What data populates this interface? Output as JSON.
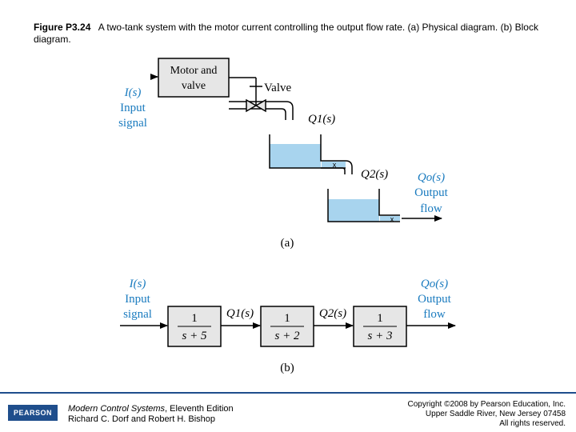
{
  "caption": {
    "label": "Figure P3.24",
    "text": "A two-tank system with the motor current controlling the output flow rate. (a) Physical diagram. (b) Block diagram."
  },
  "physical": {
    "motor_line1": "Motor and",
    "motor_line2": "valve",
    "valve": "Valve",
    "input_sym": "I(s)",
    "input_line1": "Input",
    "input_line2": "signal",
    "q1": "Q1(s)",
    "q2": "Q2(s)",
    "qo": "Qo(s)",
    "output_line1": "Output",
    "output_line2": "flow",
    "x_mark": "x",
    "label": "(a)"
  },
  "block": {
    "input_sym": "I(s)",
    "input_line1": "Input",
    "input_line2": "signal",
    "b1_num": "1",
    "b1_den": "s + 5",
    "b2_num": "1",
    "b2_den": "s + 2",
    "b3_num": "1",
    "b3_den": "s + 3",
    "q1": "Q1(s)",
    "q2": "Q2(s)",
    "qo": "Qo(s)",
    "output_line1": "Output",
    "output_line2": "flow",
    "label": "(b)"
  },
  "footer": {
    "publisher": "PEARSON",
    "book_title": "Modern Control Systems",
    "edition": ", Eleventh Edition",
    "authors": "Richard C. Dorf and Robert H. Bishop",
    "copyright1": "Copyright ©2008 by Pearson Education, Inc.",
    "copyright2": "Upper Saddle River, New Jersey 07458",
    "copyright3": "All rights reserved."
  }
}
